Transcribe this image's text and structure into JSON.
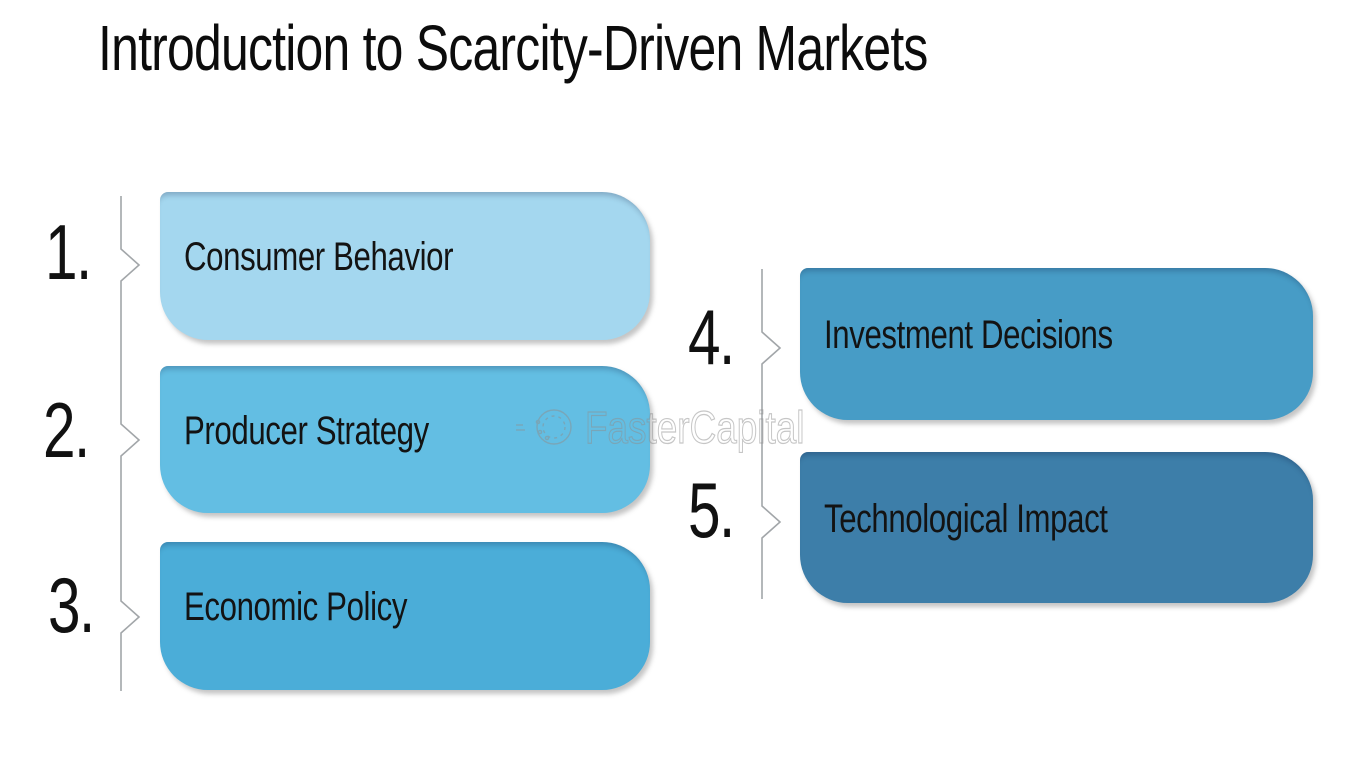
{
  "title": "Introduction to Scarcity-Driven Markets",
  "items": [
    {
      "number": "1.",
      "label": "Consumer Behavior",
      "color": "#a4d7ef"
    },
    {
      "number": "2.",
      "label": "Producer Strategy",
      "color": "#63bee3"
    },
    {
      "number": "3.",
      "label": "Economic Policy",
      "color": "#4badd8"
    },
    {
      "number": "4.",
      "label": "Investment Decisions",
      "color": "#479cc6"
    },
    {
      "number": "5.",
      "label": "Technological Impact",
      "color": "#3d7ea9"
    }
  ],
  "watermark": {
    "text": "FasterCapital",
    "icon": "fastercapital-logo"
  },
  "colors": {
    "background": "#ffffff",
    "title_text": "#0c0c0c",
    "label_text": "#131313",
    "number_text": "#111111",
    "connector_line": "#a2a6a9",
    "watermark": "#8f8f8f"
  }
}
